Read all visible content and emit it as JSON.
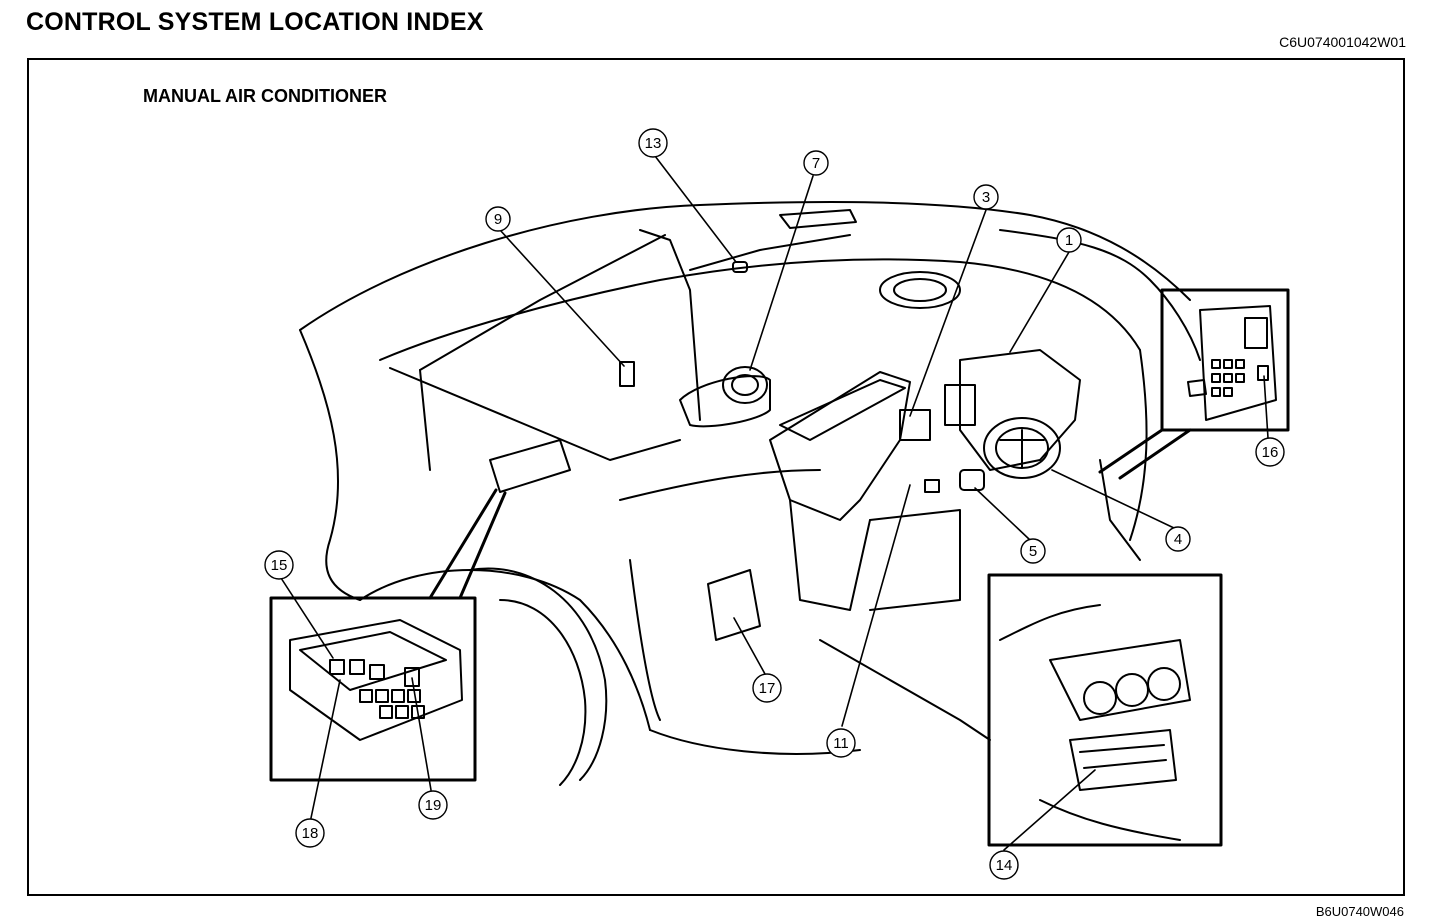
{
  "page": {
    "title": "CONTROL SYSTEM LOCATION INDEX",
    "doc_code": "C6U074001042W01",
    "section_title": "MANUAL AIR CONDITIONER",
    "figure_code": "B6U0740W046"
  },
  "callouts": [
    {
      "id": "c1",
      "label": "1"
    },
    {
      "id": "c3",
      "label": "3"
    },
    {
      "id": "c4",
      "label": "4"
    },
    {
      "id": "c5",
      "label": "5"
    },
    {
      "id": "c7",
      "label": "7"
    },
    {
      "id": "c9",
      "label": "9"
    },
    {
      "id": "c11",
      "label": "11"
    },
    {
      "id": "c13",
      "label": "13"
    },
    {
      "id": "c14",
      "label": "14"
    },
    {
      "id": "c15",
      "label": "15"
    },
    {
      "id": "c16",
      "label": "16"
    },
    {
      "id": "c17",
      "label": "17"
    },
    {
      "id": "c18",
      "label": "18"
    },
    {
      "id": "c19",
      "label": "19"
    }
  ],
  "colors": {
    "ink": "#000000",
    "paper": "#ffffff"
  }
}
